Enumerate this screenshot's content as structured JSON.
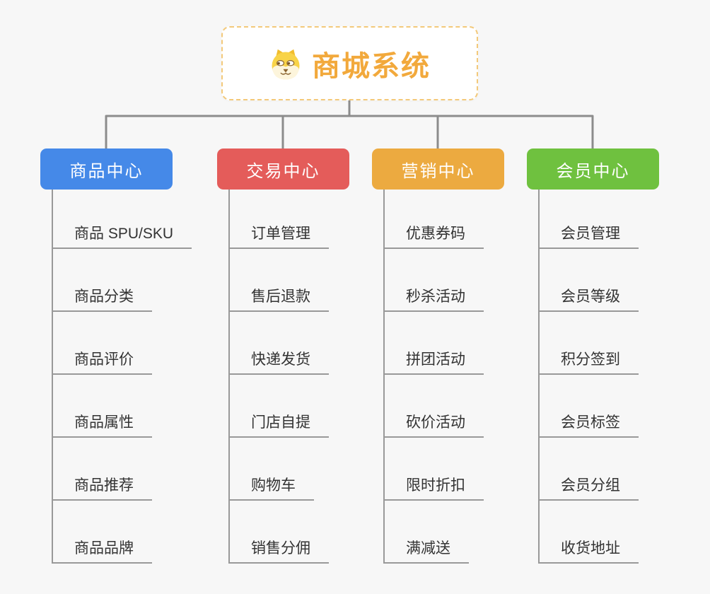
{
  "root": {
    "title": "商城系统",
    "icon": "doge-face-icon",
    "accent_color": "#f2a93c",
    "border_color": "#f3c97a"
  },
  "canvas": {
    "background_color": "#f7f7f7",
    "connector_color": "#8c8c8c",
    "leaf_line_color": "#999999",
    "leaf_text_color": "#333333"
  },
  "branches": [
    {
      "label": "商品中心",
      "color": "#4589e8",
      "items": [
        "商品 SPU/SKU",
        "商品分类",
        "商品评价",
        "商品属性",
        "商品推荐",
        "商品品牌"
      ]
    },
    {
      "label": "交易中心",
      "color": "#e45c5a",
      "items": [
        "订单管理",
        "售后退款",
        "快递发货",
        "门店自提",
        "购物车",
        "销售分佣"
      ]
    },
    {
      "label": "营销中心",
      "color": "#ecaa40",
      "items": [
        "优惠券码",
        "秒杀活动",
        "拼团活动",
        "砍价活动",
        "限时折扣",
        "满减送"
      ]
    },
    {
      "label": "会员中心",
      "color": "#6fc13f",
      "items": [
        "会员管理",
        "会员等级",
        "积分签到",
        "会员标签",
        "会员分组",
        "收货地址"
      ]
    }
  ]
}
